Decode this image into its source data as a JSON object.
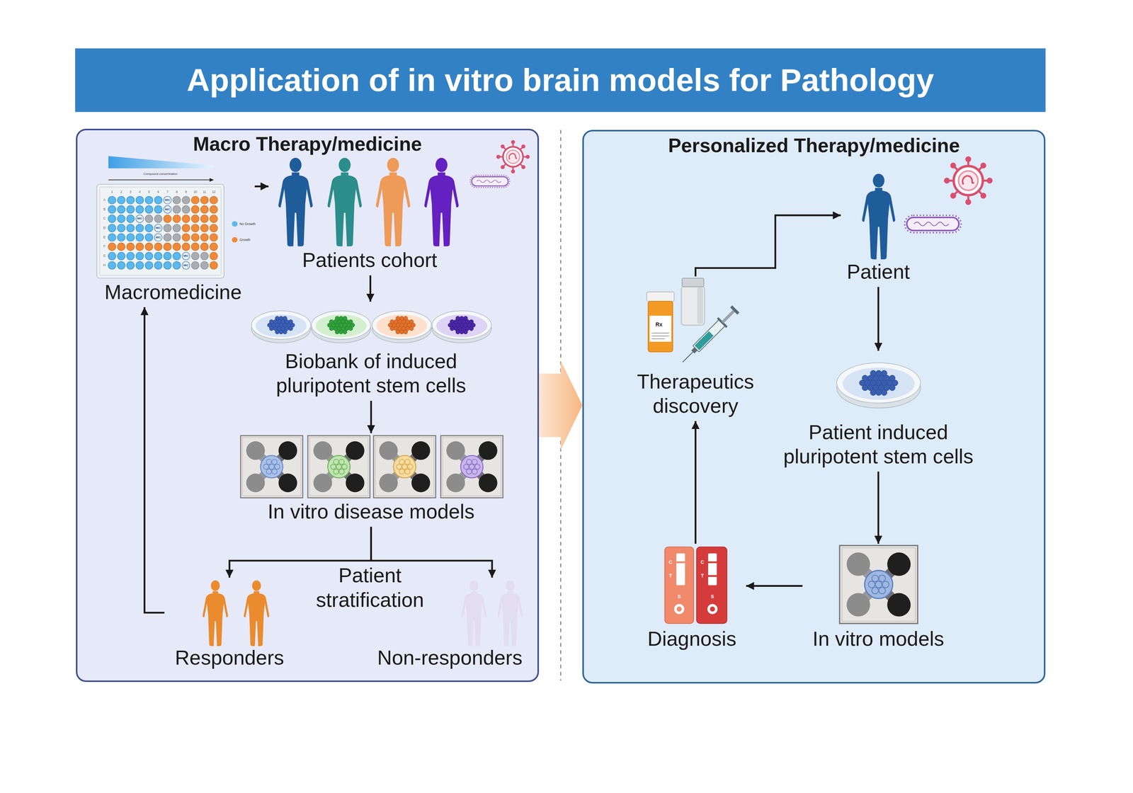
{
  "diagram": {
    "title": "Application of in vitro brain models for Pathology",
    "nodes": [
      {
        "text": [
          "Macro Therapy/medicine"
        ]
      },
      {
        "text": [
          "Macromedicine"
        ],
        "in": 0
      },
      {
        "text": [
          "Patients cohort"
        ],
        "in": 0
      },
      {
        "text": [
          "Biobank of induced pluripotent stem cells"
        ],
        "in": 0
      },
      {
        "text": [
          "In vitro disease models"
        ],
        "in": 0
      },
      {
        "text": [
          "Responders"
        ],
        "in": 0
      },
      {
        "text": [
          "Non-responders"
        ],
        "in": 0
      },
      {
        "text": [
          "Personalized Therapy/medicine"
        ]
      },
      {
        "text": [
          "Patient"
        ],
        "in": 7
      },
      {
        "text": [
          "Therapeutics discovery"
        ],
        "in": 7
      },
      {
        "text": [
          "Patient induced pluripotent stem cells"
        ],
        "in": 7
      },
      {
        "text": [
          "Diagnosis"
        ],
        "in": 7
      },
      {
        "text": [
          "In vitro models"
        ],
        "in": 7
      }
    ],
    "edges": [
      {
        "from": 1,
        "to": 2,
        "arrow": "to"
      },
      {
        "from": 2,
        "to": 3,
        "arrow": "to"
      },
      {
        "from": 3,
        "to": 4,
        "arrow": "to"
      },
      {
        "from": 4,
        "to": 5,
        "arrow": "to"
      },
      {
        "from": 4,
        "to": 6,
        "arrow": "to"
      },
      {
        "from": 5,
        "to": 1,
        "arrow": "to"
      },
      {
        "from": 0,
        "to": 7,
        "arrow": "to"
      },
      {
        "from": 8,
        "to": 10,
        "arrow": "to"
      },
      {
        "from": 10,
        "to": 12,
        "arrow": "to"
      },
      {
        "from": 12,
        "to": 11,
        "arrow": "to"
      },
      {
        "from": 11,
        "to": 9,
        "arrow": "to"
      },
      {
        "from": 9,
        "to": 8,
        "arrow": "to"
      }
    ],
    "labels": [
      "Compound concentration",
      "1",
      "2",
      "3",
      "4",
      "5",
      "6",
      "7",
      "8",
      "9",
      "10",
      "11",
      "12",
      "A",
      "B",
      "C",
      "D",
      "E",
      "F",
      "G",
      "H",
      "MIC",
      "MIC",
      "MIC",
      "MIC",
      "MIC",
      "MIC",
      "MIC",
      "Patient stratification",
      "Rx",
      "C",
      "T",
      "S",
      "C",
      "T",
      "S"
    ],
    "legend": [
      {
        "text": "No Growth",
        "color": "#5bb8ec"
      },
      {
        "text": "Growth",
        "color": "#f08a3a"
      }
    ]
  }
}
